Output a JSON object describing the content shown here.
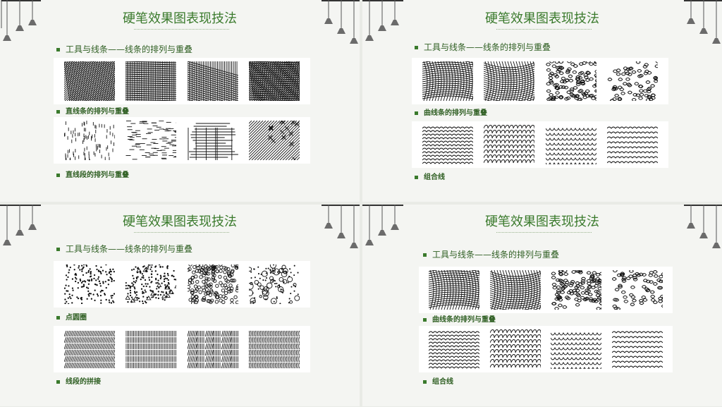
{
  "panels": [
    {
      "title": "硬笔效果图表现技法",
      "subheading": "工具与线条——线条的排列与重叠",
      "rows": [
        {
          "caption": "直线条的排列与重叠",
          "tiles": [
            "hatch-diagonal-overlap",
            "hatch-grid-dense",
            "hatch-crossed-light",
            "hatch-diagonal-dark"
          ]
        },
        {
          "caption": "直线段的排列与重叠",
          "tiles": [
            "dash-vertical",
            "dash-horizontal",
            "long-lines-horizontal",
            "cross-marks"
          ]
        }
      ]
    },
    {
      "title": "硬笔效果图表现技法",
      "subheading": "工具与线条——线条的排列与重叠",
      "rows": [
        {
          "caption": "曲线条的排列与重叠",
          "tiles": [
            "curve-overlap",
            "curve-grid-warp",
            "scribble-dense",
            "scribble-loose"
          ]
        },
        {
          "caption": "组合线",
          "tiles": [
            "wave-dense-rows",
            "loop-rows",
            "scallop-grid",
            "wave-rows"
          ]
        }
      ]
    },
    {
      "title": "硬笔效果图表现技法",
      "subheading": "工具与线条——线条的排列与重叠",
      "rows": [
        {
          "caption": "点圆圈",
          "tiles": [
            "dots-scatter",
            "dots-triangles",
            "circles-dense",
            "circles-loose"
          ]
        },
        {
          "caption": "线段的拼接",
          "tiles": [
            "strokes-slanted",
            "strokes-vertical",
            "strokes-mixed",
            "strokes-wavy"
          ]
        }
      ]
    },
    {
      "title": "硬笔效果图表现技法",
      "subheading": "工具与线条——线条的排列与重叠",
      "rows": [
        {
          "caption": "曲线条的排列与重叠",
          "tiles": [
            "curve-overlap",
            "curve-grid-warp",
            "scribble-dense",
            "scribble-loose"
          ]
        },
        {
          "caption": "组合线",
          "tiles": [
            "wave-dense-rows",
            "loop-rows",
            "scallop-grid",
            "wave-rows"
          ]
        }
      ]
    }
  ]
}
